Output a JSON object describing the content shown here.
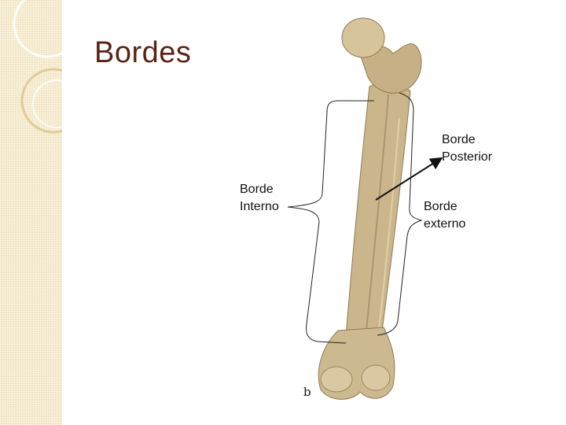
{
  "slide": {
    "title": "Bordes"
  },
  "figure": {
    "labels": {
      "posterior": "Borde\nPosterior",
      "interno": "Borde\nInterno",
      "externo": "Borde\nexterno",
      "corner_mark": "b"
    }
  },
  "colors": {
    "title": "#5a2414",
    "strip": "#f2e6c4",
    "bone": "#c9b48a"
  }
}
